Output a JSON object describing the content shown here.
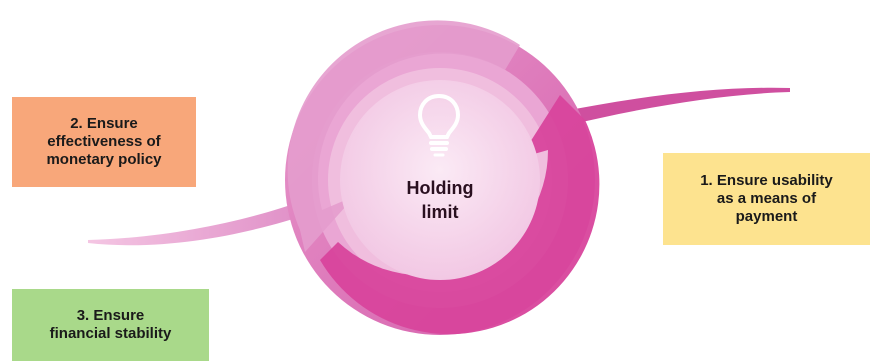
{
  "center": {
    "label": "Holding\nlimit",
    "icon": "lightbulb-icon"
  },
  "objectives": [
    {
      "id": "orange",
      "text": "2. Ensure\neffectiveness of\nmonetary policy",
      "color": "#f8a77a"
    },
    {
      "id": "yellow",
      "text": "1. Ensure usability\nas a means of\npayment",
      "color": "#fde38f"
    },
    {
      "id": "green",
      "text": "3. Ensure\nfinancial stability",
      "color": "#a9d98a"
    }
  ],
  "colors": {
    "ring_outer": "#df86c2",
    "ring_inner": "#eeb3da",
    "arrow_main": "#d6409a",
    "arrow_light": "#e690c8",
    "center_fill": "#f7dcee"
  }
}
